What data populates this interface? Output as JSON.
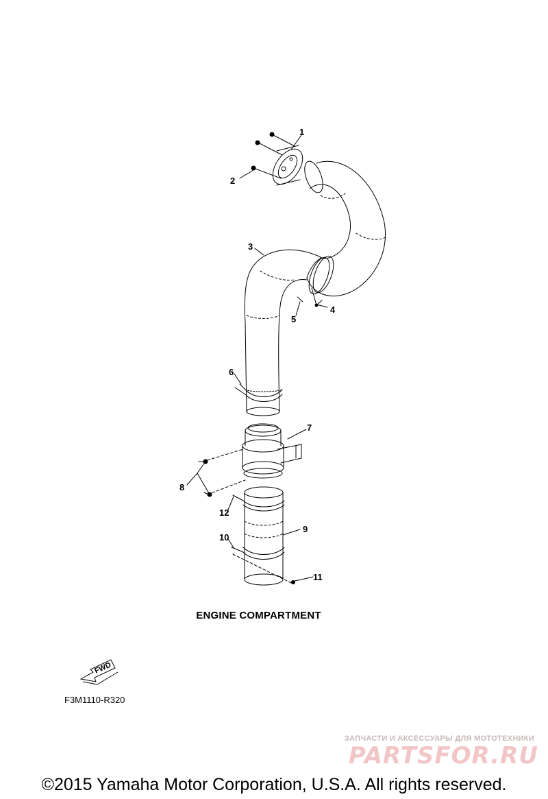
{
  "callouts": [
    "1",
    "2",
    "3",
    "4",
    "5",
    "6",
    "7",
    "8",
    "9",
    "10",
    "11",
    "12"
  ],
  "caption": "ENGINE COMPARTMENT",
  "fwd_label": "FWD",
  "diagram_code": "F3M1110-R320",
  "watermark": {
    "tagline": "ЗАПЧАСТИ И АКСЕССУАРЫ ДЛЯ МОТОТЕХНИКИ",
    "logo": "PARTSFOR.RU"
  },
  "copyright": "©2015 Yamaha Motor Corporation, U.S.A. All rights reserved.",
  "colors": {
    "line": "#000000",
    "watermark": "#e8a0a0"
  }
}
